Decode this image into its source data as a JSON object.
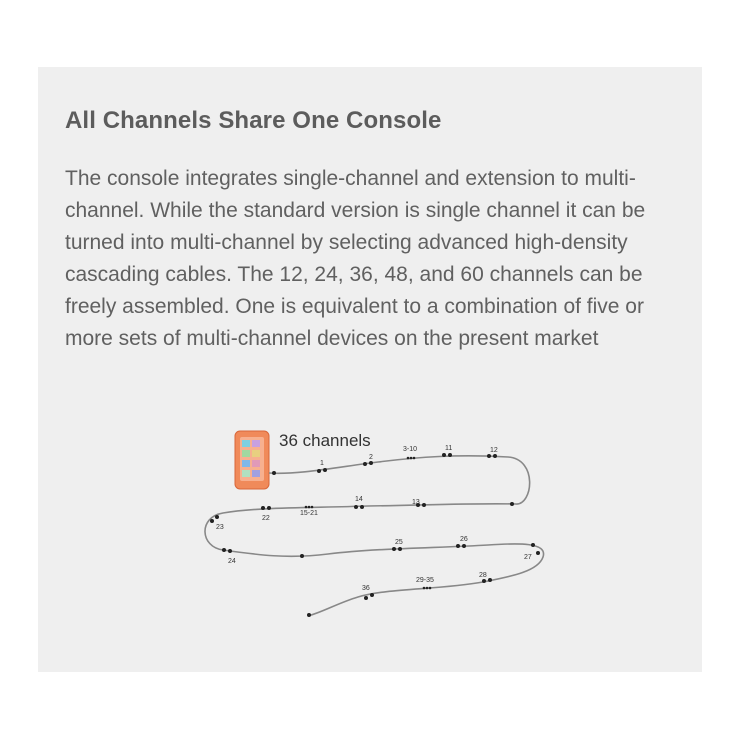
{
  "section": {
    "title": "All Channels Share One Console",
    "body": "The console integrates single-channel and extension to multi-channel. While the standard version is single channel it can be turned into multi-channel by selecting advanced high-density cascading cables. The 12, 24, 36, 48, and 60 channels can be freely assembled. One is equivalent to a combination of five or more sets of multi-channel devices on the present market"
  },
  "figure": {
    "heading": "36 channels",
    "labels": {
      "c1": "1",
      "c2": "2",
      "c3_10": "3-10",
      "c11": "11",
      "c12": "12",
      "c13": "13",
      "c14": "14",
      "c15_21": "15-21",
      "c22": "22",
      "c23": "23",
      "c24": "24",
      "c25": "25",
      "c26": "26",
      "c27": "27",
      "c28": "28",
      "c29_35": "29-35",
      "c36": "36"
    },
    "colors": {
      "console_body": "#f08a5a",
      "cable": "#888888",
      "connector": "#222222"
    }
  }
}
